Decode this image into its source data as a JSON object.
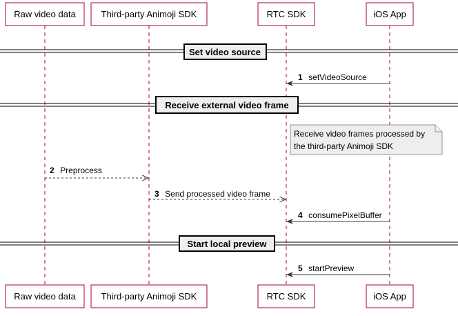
{
  "participants": [
    {
      "id": "raw",
      "label": "Raw video data"
    },
    {
      "id": "third",
      "label": "Third-party Animoji SDK"
    },
    {
      "id": "rtc",
      "label": "RTC SDK"
    },
    {
      "id": "ios",
      "label": "iOS App"
    }
  ],
  "dividers": [
    {
      "id": "set-video-source",
      "label": "Set video source"
    },
    {
      "id": "receive-external-video-frame",
      "label": "Receive external video frame"
    },
    {
      "id": "start-local-preview",
      "label": "Start local preview"
    }
  ],
  "messages": [
    {
      "number": "1",
      "label": "setVideoSource",
      "from": "ios",
      "to": "rtc",
      "style": "solid"
    },
    {
      "number": "2",
      "label": "Preprocess",
      "from": "raw",
      "to": "third",
      "style": "dashed"
    },
    {
      "number": "3",
      "label": "Send processed video frame",
      "from": "third",
      "to": "rtc",
      "style": "dashed"
    },
    {
      "number": "4",
      "label": "consumePixelBuffer",
      "from": "ios",
      "to": "rtc",
      "style": "solid"
    },
    {
      "number": "5",
      "label": "startPreview",
      "from": "ios",
      "to": "rtc",
      "style": "solid"
    }
  ],
  "note": {
    "lines": [
      "Receive video frames processed by",
      "the third-party Animoji SDK"
    ]
  }
}
